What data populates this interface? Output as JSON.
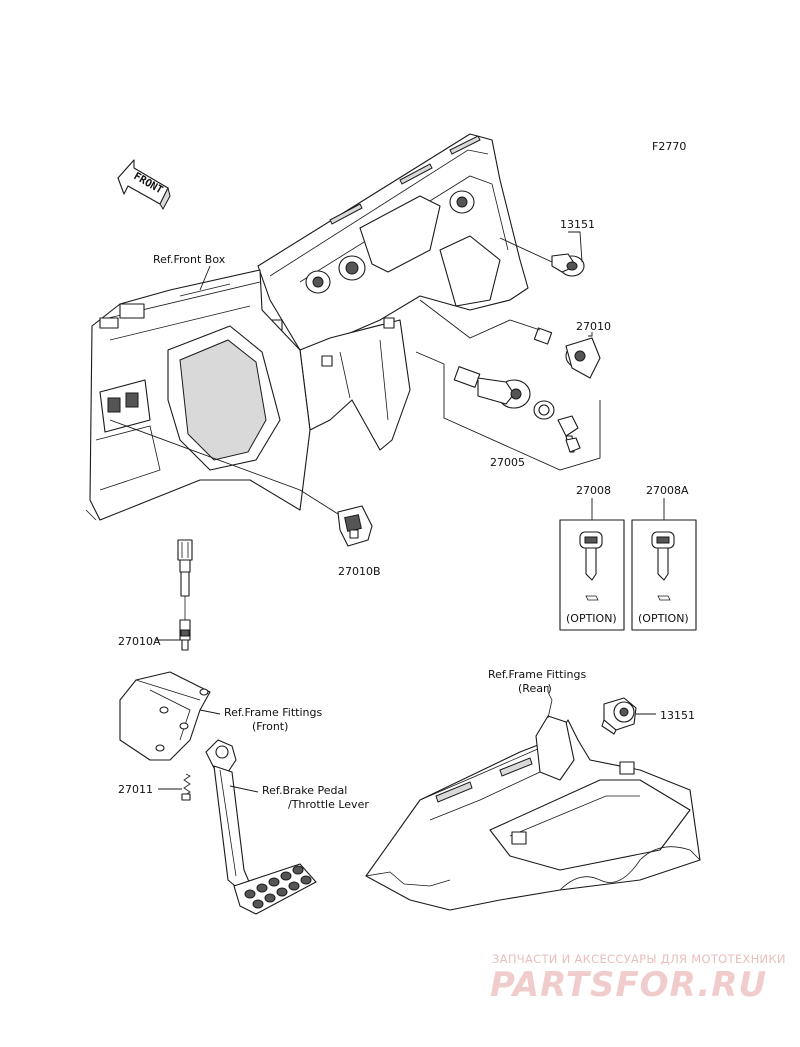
{
  "figure_code": "F2770",
  "front_arrow_label": "FRONT",
  "part_numbers": {
    "p13151_top": "13151",
    "p27010": "27010",
    "p27005": "27005",
    "p27008": "27008",
    "p27008A": "27008A",
    "p27010B": "27010B",
    "p27010A": "27010A",
    "p27011": "27011",
    "p13151_bottom": "13151"
  },
  "references": {
    "front_box": "Ref.Front Box",
    "frame_fittings_front_1": "Ref.Frame Fittings",
    "frame_fittings_front_2": "(Front)",
    "brake_pedal_1": "Ref.Brake Pedal",
    "brake_pedal_2": "/Throttle Lever",
    "frame_fittings_rear_1": "Ref.Frame Fittings",
    "frame_fittings_rear_2": "(Rear)"
  },
  "option_boxes": {
    "left": "(OPTION)",
    "right": "(OPTION)"
  },
  "watermark": {
    "tagline": "ЗАПЧАСТИ И АКСЕССУАРЫ ДЛЯ МОТОТЕХНИКИ",
    "brand": "PARTSFOR.RU"
  },
  "colors": {
    "line": "#1a1a1a",
    "watermark": "#f0c7c7"
  }
}
